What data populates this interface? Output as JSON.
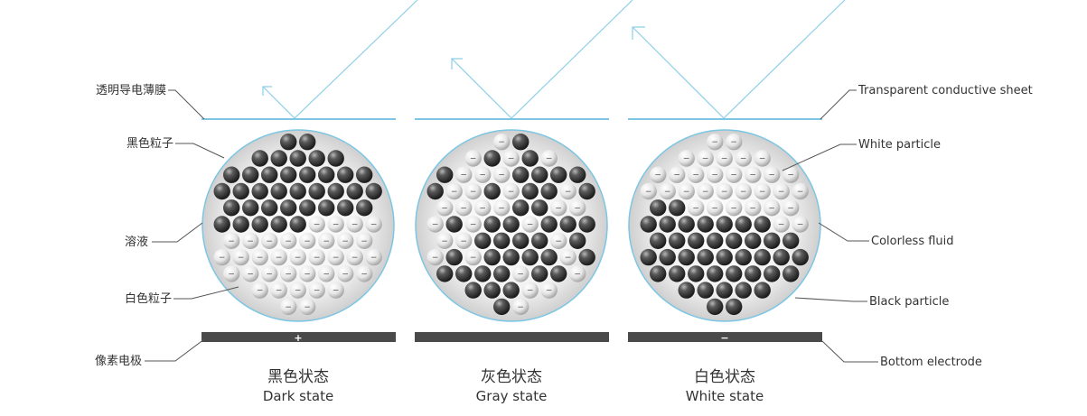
{
  "colors": {
    "light_ray": "#8ecfe8",
    "sheet": "#7cc6e4",
    "leader": "#555555",
    "electrode": "#4a4a4a",
    "text": "#333333"
  },
  "left_labels": {
    "sheet": "透明导电薄膜",
    "black_particle": "黑色粒子",
    "fluid": "溶液",
    "white_particle": "白色粒子",
    "electrode": "像素电极"
  },
  "right_labels": {
    "sheet": "Transparent conductive sheet",
    "white_particle": "White particle",
    "fluid": "Colorless fluid",
    "black_particle": "Black particle",
    "electrode": "Bottom electrode"
  },
  "cells": [
    {
      "id": "dark",
      "caption_cn": "黑色状态",
      "caption_en": "Dark state",
      "electrode_sign": "+"
    },
    {
      "id": "gray",
      "caption_cn": "灰色状态",
      "caption_en": "Gray state",
      "electrode_sign": ""
    },
    {
      "id": "white",
      "caption_cn": "白色状态",
      "caption_en": "White state",
      "electrode_sign": "−"
    }
  ],
  "particle_sign": "−"
}
